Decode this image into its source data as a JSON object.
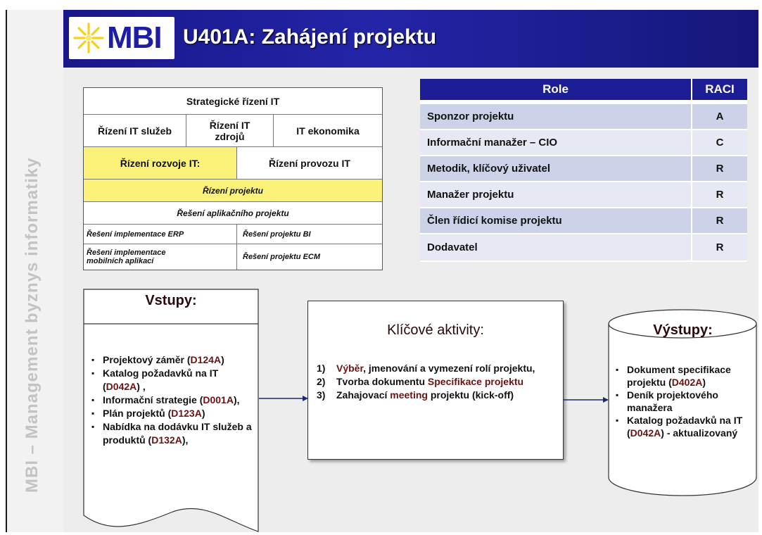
{
  "side_label": "MBI – Management byznys informatiky",
  "header": {
    "logo_text": "MBI",
    "title": "U401A: Zahájení projektu"
  },
  "structure": {
    "top": "Strategické řízení IT",
    "row2": [
      "Řízení IT služeb",
      "Řízení IT zdrojů",
      "IT ekonomika"
    ],
    "row3": [
      "Řízení rozvoje IT:",
      "Řízení provozu IT"
    ],
    "row4": "Řízení projektu",
    "row5": "Řešení aplikačního projektu",
    "row6": [
      "Řešení implementace ERP",
      "Řešení projektu BI"
    ],
    "row7": [
      "Řešení implementace mobilních aplikací",
      "Řešení projektu ECM"
    ]
  },
  "raci": {
    "headers": [
      "Role",
      "RACI"
    ],
    "rows": [
      {
        "role": "Sponzor projektu",
        "raci": "A"
      },
      {
        "role": "Informační manažer – CIO",
        "raci": "C"
      },
      {
        "role": "Metodik, klíčový uživatel",
        "raci": "R"
      },
      {
        "role": "Manažer projektu",
        "raci": "R"
      },
      {
        "role": "Člen řídicí komise projektu",
        "raci": "R"
      },
      {
        "role": "Dodavatel",
        "raci": "R"
      }
    ]
  },
  "inputs": {
    "title": "Vstupy:",
    "items": [
      {
        "text": "Projektový záměr (",
        "code": "D124A",
        "tail": ")"
      },
      {
        "text": "Katalog požadavků na IT (",
        "code": "D042A",
        "tail": ") ,"
      },
      {
        "text": "Informační strategie (",
        "code": "D001A",
        "tail": "),"
      },
      {
        "text": "Plán projektů (",
        "code": "D123A",
        "tail": ")"
      },
      {
        "text": "Nabídka na dodávku IT služeb a produktů (",
        "code": "D132A",
        "tail": "),"
      }
    ]
  },
  "activities": {
    "title": "Klíčové aktivity:",
    "items": [
      {
        "num": "1)",
        "accent": "Výběr",
        "text": ", jmenování a vymezení rolí projektu,"
      },
      {
        "num": "2)",
        "pre": "Tvorba dokumentu ",
        "accent": "Specifikace projektu",
        "text": ""
      },
      {
        "num": "3)",
        "pre": "Zahajovací ",
        "accent": "meeting",
        "text": " projektu (kick-off)"
      }
    ]
  },
  "outputs": {
    "title": "Výstupy:",
    "items": [
      {
        "text": "Dokument specifikace projektu (",
        "code": "D402A",
        "tail": ")"
      },
      {
        "text": "Deník projektového manažera",
        "code": "",
        "tail": ""
      },
      {
        "text": "Katalog požadavků na IT (",
        "code": "D042A",
        "tail": ") - aktualizovaný"
      }
    ]
  },
  "colors": {
    "header_blue": "#1d1d96",
    "highlight_yellow": "#fbf27a",
    "code_red": "#6b1212",
    "raci_row_dark": "#ccd3e8",
    "raci_row_light": "#e6e9f3"
  }
}
